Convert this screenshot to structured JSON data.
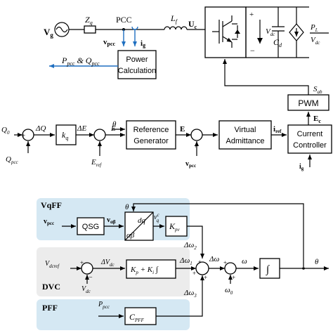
{
  "top": {
    "vg": "V",
    "vg_sub": "g",
    "zg": "Z",
    "zg_sub": "g",
    "pcc": "PCC",
    "lf": "L",
    "lf_sub": "f",
    "uc": "U",
    "uc_sub": "c",
    "vpcc": "v",
    "vpcc_sub": "pcc",
    "ig": "i",
    "ig_sub": "g",
    "vdc_cap": "V",
    "vdc_cap_sub": "dc",
    "cd": "C",
    "cd_sub": "d",
    "pl": "P",
    "pl_sub": "L",
    "vdc_src": "V",
    "vdc_src_sub": "dc",
    "power_calc_line1": "Power",
    "power_calc_line2": "Calculation",
    "pq_label_p": "P",
    "pq_label_p_sub": "pcc",
    "pq_label_amp": " & ",
    "pq_label_q": "Q",
    "pq_label_q_sub": "pcc",
    "sab": "S",
    "sab_sub": "ab",
    "pwm": "PWM",
    "ec": "E",
    "ec_sub": "c"
  },
  "middle": {
    "q0": "Q",
    "q0_sub": "0",
    "qpcc": "Q",
    "qpcc_sub": "pcc",
    "dq": "ΔQ",
    "kq": "k",
    "kq_sub": "q",
    "de": "ΔE",
    "e_out": "E",
    "eref": "E",
    "eref_sub": "ref",
    "theta": "θ",
    "refgen_line1": "Reference",
    "refgen_line2": "Generator",
    "E_bold": "E",
    "vpcc_bold": "v",
    "vpcc_bold_sub": "pcc",
    "virt_line1": "Virtual",
    "virt_line2": "Admittance",
    "iref": "i",
    "iref_sub": "ref",
    "cc_line1": "Current",
    "cc_line2": "Controller",
    "ig": "i",
    "ig_sub": "g"
  },
  "bottom": {
    "vqff": "VqFF",
    "dvc": "DVC",
    "pff": "PFF",
    "vpcc": "v",
    "vpcc_sub": "pcc",
    "qsg": "QSG",
    "vab": "v",
    "vab_sub": "αβ",
    "theta": "θ",
    "dq": "dq",
    "ab": "αβ",
    "vq": "v",
    "vq_sub": "q",
    "vq_sup": "c",
    "kpv": "K",
    "kpv_sub": "pv",
    "dw2": "Δω",
    "dw2_sub": "2",
    "vdcref": "V",
    "vdcref_sub": "dcref",
    "dvdc": "ΔV",
    "dvdc_sub": "dc",
    "kpki": "K",
    "kpki_sub_p": "p",
    "kpki_plus": " + K",
    "kpki_sub_i": "i",
    "dw1": "Δω",
    "dw1_sub": "1",
    "vdc": "V",
    "vdc_sub": "dc",
    "dw": "Δω",
    "omega": "ω",
    "omega0": "ω",
    "omega0_sub": "0",
    "theta_out": "θ",
    "ppcc": "P",
    "ppcc_sub": "pcc",
    "cpff": "C",
    "cpff_sub": "PFF",
    "dw3": "Δω",
    "dw3_sub": "3"
  },
  "colors": {
    "panel_blue": "#d5e8f3",
    "panel_gray": "#ececec",
    "signal_blue": "#1f6fc0"
  }
}
